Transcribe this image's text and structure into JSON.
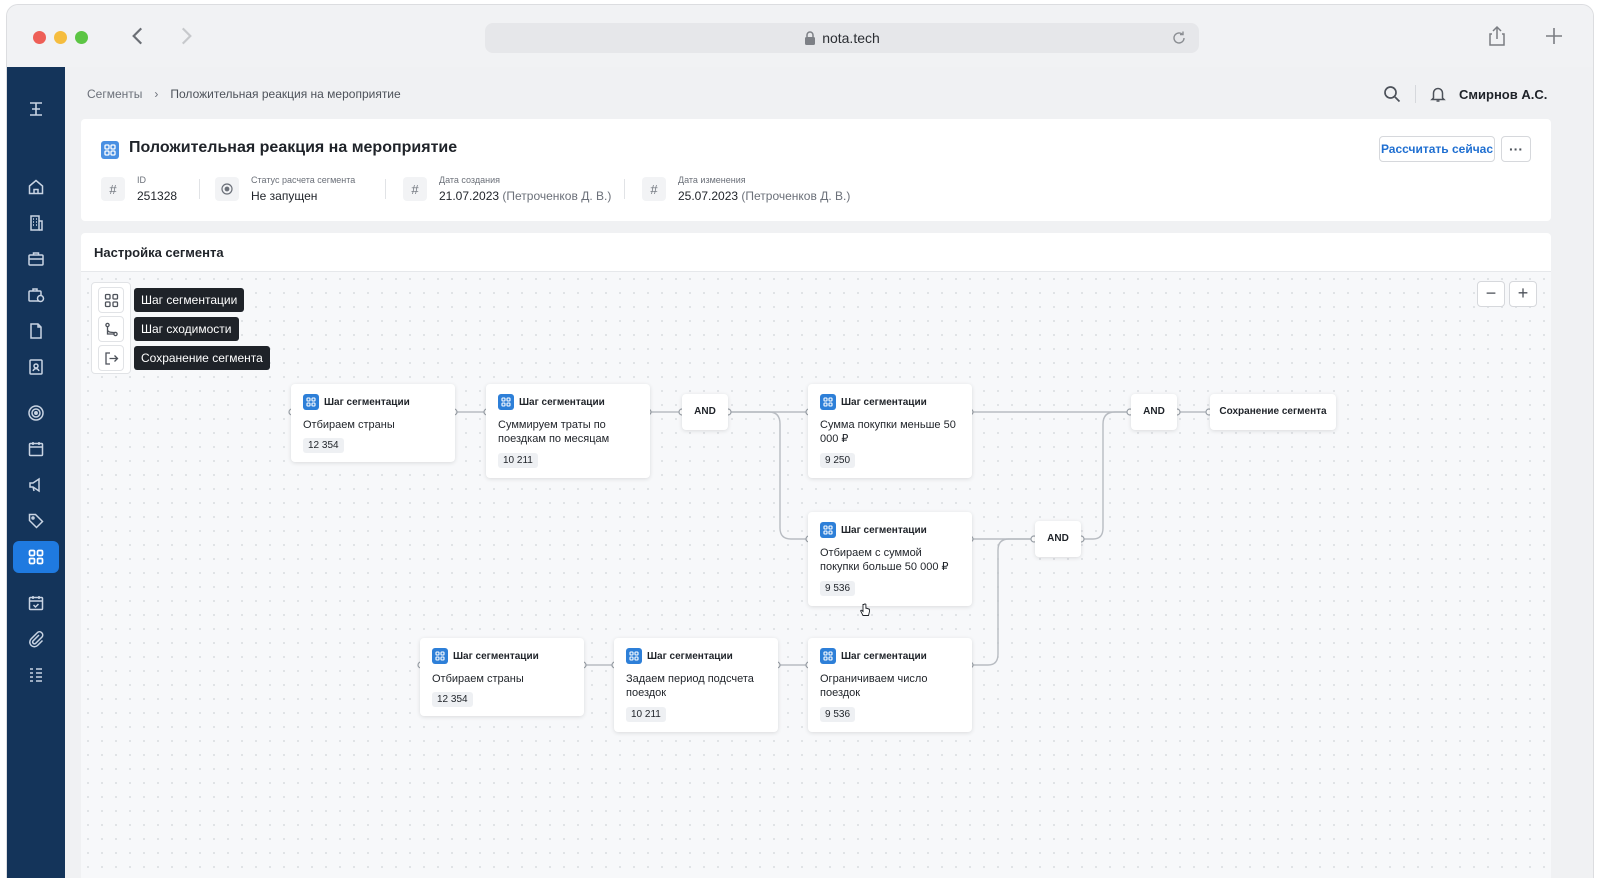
{
  "browser": {
    "url": "nota.tech"
  },
  "breadcrumb": {
    "root": "Сегменты",
    "current": "Положительная реакция на мероприятие"
  },
  "user": {
    "name": "Смирнов А.С."
  },
  "header": {
    "title": "Положительная реакция на мероприятие",
    "calc_button": "Рассчитать сейчас",
    "more_button": "···",
    "meta": [
      {
        "label": "ID",
        "value": "251328",
        "suffix": ""
      },
      {
        "label": "Статус расчета сегмента",
        "value": "Не запущен",
        "suffix": ""
      },
      {
        "label": "Дата создания",
        "value": "21.07.2023",
        "suffix": " (Петроченков Д. В.)"
      },
      {
        "label": "Дата изменения",
        "value": "25.07.2023",
        "suffix": " (Петроченков Д. В.)"
      }
    ]
  },
  "settings": {
    "title": "Настройка сегмента",
    "zoom_out": "−",
    "zoom_in": "+",
    "palette": [
      {
        "label": "Шаг сегментации",
        "icon": "grid-icon"
      },
      {
        "label": "Шаг сходимости",
        "icon": "merge-icon"
      },
      {
        "label": "Сохранение сегмента",
        "icon": "export-icon"
      }
    ]
  },
  "flow": {
    "step_type": "Шаг сегментации",
    "nodes": [
      {
        "text": "Отбираем страны",
        "count": "12 354"
      },
      {
        "text": "Суммируем траты по поездкам по месяцам",
        "count": "10 211"
      },
      {
        "text": "Сумма покупки меньше 50 000 ₽",
        "count": "9 250"
      },
      {
        "text": "Отбираем с суммой покупки больше 50 000 ₽",
        "count": "9 536"
      },
      {
        "text": "Отбираем страны",
        "count": "12 354"
      },
      {
        "text": "Задаем период подсчета поездок",
        "count": "10 211"
      },
      {
        "text": "Ограничиваем число поездок",
        "count": "9 536"
      }
    ],
    "gates": [
      "AND",
      "AND",
      "AND"
    ],
    "save_node": "Сохранение сегмента"
  },
  "colors": {
    "sidebar": "#14345a",
    "accent": "#1f7ae0",
    "node_icon": "#2d7fd8"
  }
}
